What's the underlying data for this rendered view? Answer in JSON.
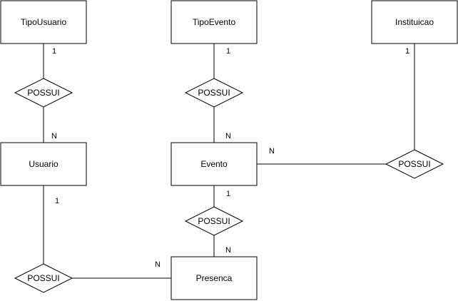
{
  "entities": {
    "tipo_usuario": "TipoUsuario",
    "tipo_evento": "TipoEvento",
    "instituicao": "Instituicao",
    "usuario": "Usuario",
    "evento": "Evento",
    "presenca": "Presenca"
  },
  "relationships": {
    "tipousuario_usuario": "POSSUI",
    "tipoevento_evento": "POSSUI",
    "instituicao_evento": "POSSUI",
    "evento_presenca": "POSSUI",
    "usuario_presenca": "POSSUI"
  },
  "cardinalities": {
    "tipousuario_side": "1",
    "usuario_side_top": "N",
    "tipoevento_side": "1",
    "evento_side_top": "N",
    "instituicao_side": "1",
    "evento_side_right": "N",
    "evento_side_bottom": "1",
    "presenca_side_top": "N",
    "usuario_side_bottom": "1",
    "presenca_side_left": "N"
  }
}
